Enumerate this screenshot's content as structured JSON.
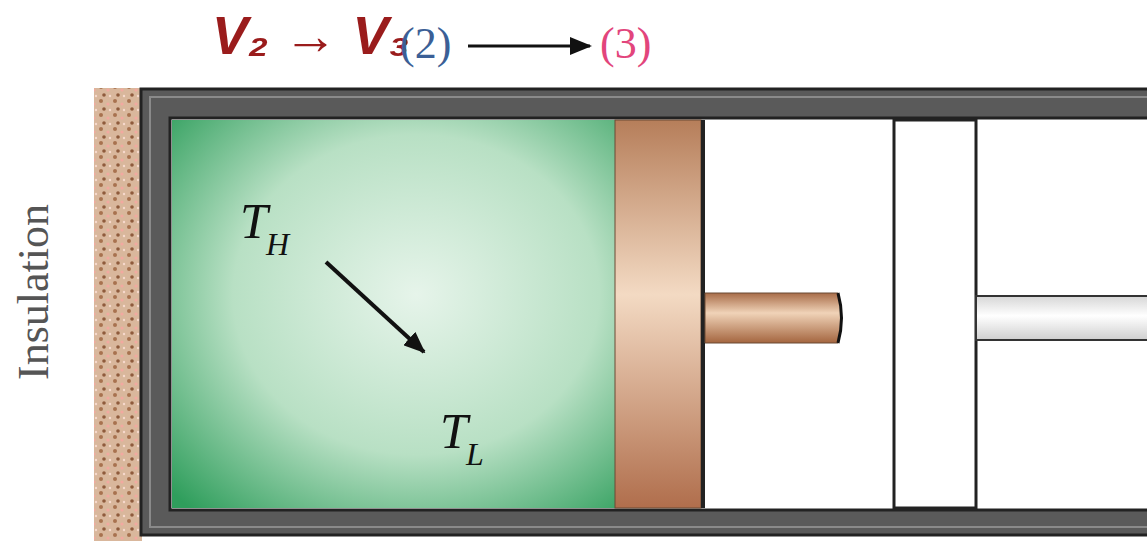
{
  "diagram": {
    "title": "V₂ → V₃",
    "labels": [
      "(2)",
      "(3)",
      "Insulation",
      "T",
      "H",
      "T",
      "L"
    ]
  }
}
